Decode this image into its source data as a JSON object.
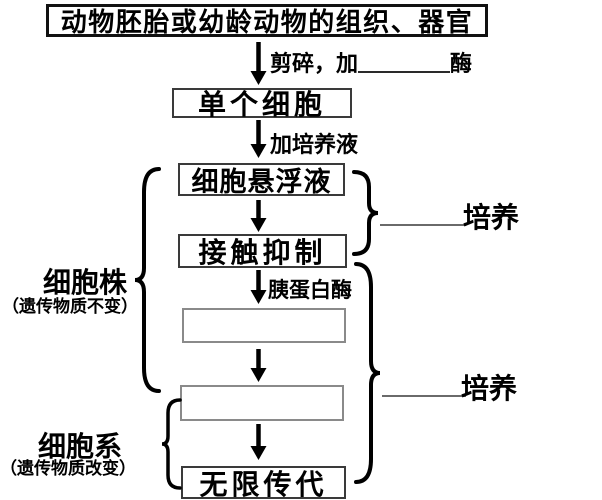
{
  "colors": {
    "ink": "#000000",
    "labeled_box_border": "#3a3a3a",
    "blank_box_border": "#8a8a8a",
    "underline": "#6a6a6a"
  },
  "flow": {
    "source_box": "动物胚胎或幼龄动物的组织、器官",
    "step_shred": {
      "pre": "剪碎，加",
      "blank": "",
      "post": "酶"
    },
    "single_cell_box": "单个细胞",
    "step_medium": "加培养液",
    "suspension_box": "细胞悬浮液",
    "contact_inhibition_box": "接触抑制",
    "step_trypsin": "胰蛋白酶",
    "blank_box_1": "",
    "blank_box_2": "",
    "immortal_box": "无限传代"
  },
  "left": {
    "cell_strain": {
      "title": "细胞株",
      "note": "（遗传物质不变）"
    },
    "cell_line": {
      "title": "细胞系",
      "note": "（遗传物质改变）"
    }
  },
  "right": {
    "culture_1": "培养",
    "culture_2": "培养"
  }
}
